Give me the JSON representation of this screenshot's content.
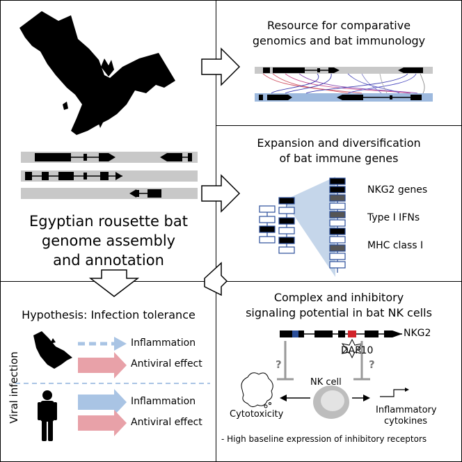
{
  "panel_main": {
    "title_line1": "Egyptian rousette bat",
    "title_line2": "genome assembly",
    "title_line3": "and annotation"
  },
  "panel_resource": {
    "title_line1": "Resource for comparative",
    "title_line2": "genomics and bat immunology"
  },
  "panel_expansion": {
    "title_line1": "Expansion and diversification",
    "title_line2": "of bat immune genes",
    "gene_labels": [
      "NKG2 genes",
      "Type I IFNs",
      "MHC class I"
    ]
  },
  "panel_hypothesis": {
    "title": "Hypothesis: Infection tolerance",
    "side_label": "Viral infection",
    "bat_rows": [
      "Inflammation",
      "Antiviral effect"
    ],
    "human_rows": [
      "Inflammation",
      "Antiviral effect"
    ]
  },
  "panel_nk": {
    "title_line1": "Complex and inhibitory",
    "title_line2": "signaling potential in bat NK cells",
    "gene_label": "NKG2",
    "dap_label": "DAP10",
    "question_mark": "?",
    "cell_label": "NK cell",
    "left_outcome": "Cytotoxicity",
    "right_outcome_line1": "Inflammatory",
    "right_outcome_line2": "cytokines",
    "footnote": "- High baseline expression of inhibitory receptors"
  },
  "colors": {
    "inflammation_arrow": "#a9c4e4",
    "antiviral_arrow": "#e8a1a8",
    "track_gray": "#c8c8c8",
    "track_blue": "#9db9de",
    "wedge_blue": "#c5d6ea",
    "exon_black": "#000000",
    "dap_red": "#d2232a",
    "exon_blue": "#2a4e9a"
  }
}
